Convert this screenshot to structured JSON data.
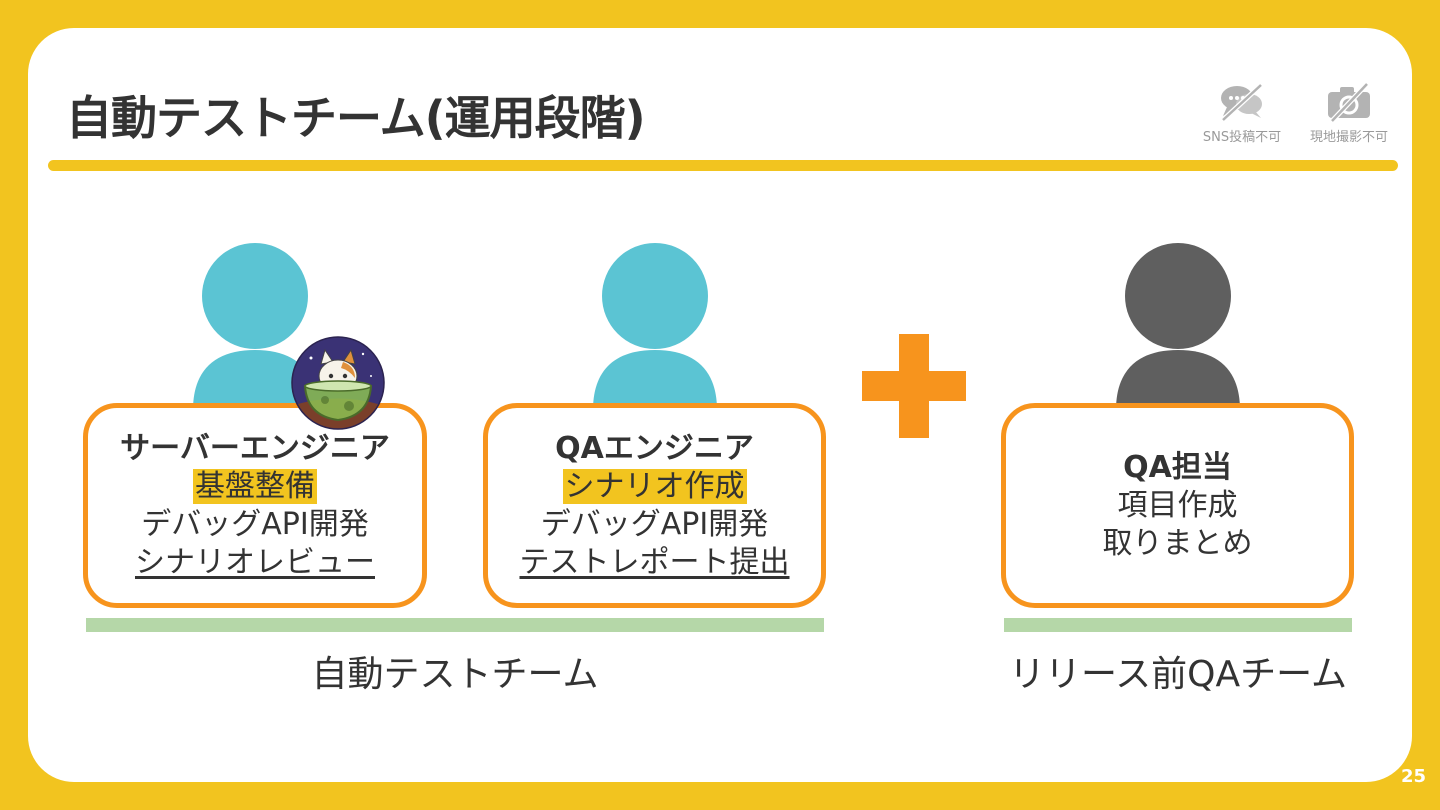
{
  "slide": {
    "title": "自動テストチーム(運用段階)",
    "page_number": "25"
  },
  "notices": [
    {
      "label": "SNS投稿不可",
      "icon": "no-sns-icon"
    },
    {
      "label": "現地撮影不可",
      "icon": "no-camera-icon"
    }
  ],
  "cards": [
    {
      "role": "サーバーエンジニア",
      "highlight": "基盤整備",
      "line": "デバッグAPI開発",
      "underline": "シナリオレビュー"
    },
    {
      "role": "QAエンジニア",
      "highlight": "シナリオ作成",
      "line": "デバッグAPI開発",
      "underline": "テストレポート提出"
    },
    {
      "role": "QA担当",
      "line1": "項目作成",
      "line2": "取りまとめ"
    }
  ],
  "teams": [
    {
      "label": "自動テストチーム"
    },
    {
      "label": "リリース前QAチーム"
    }
  ],
  "colors": {
    "background": "#f2c41f",
    "card_border": "#f7941d",
    "person_teal": "#5bc4d3",
    "person_gray": "#5f5f5f",
    "plus": "#f7941d",
    "team_bar": "#b5d7a8"
  }
}
